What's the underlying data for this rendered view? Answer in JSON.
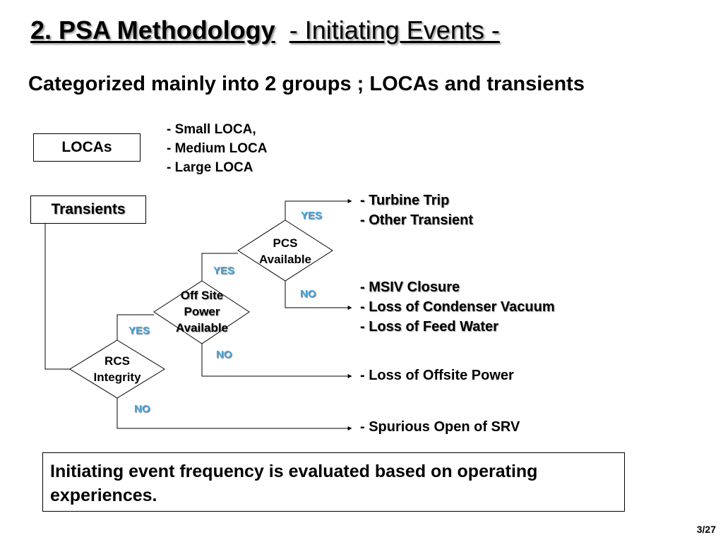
{
  "header": {
    "title_main": "2. PSA Methodology",
    "title_sub": "- Initiating Events -",
    "subtitle": "Categorized mainly into 2 groups ; LOCAs and transients"
  },
  "locas": {
    "label": "LOCAs",
    "items": [
      "- Small LOCA,",
      "- Medium LOCA",
      "- Large LOCA"
    ]
  },
  "transients": {
    "label": "Transients"
  },
  "decisions": {
    "pcs": [
      "PCS",
      "Available"
    ],
    "offsite": [
      "Off Site",
      "Power",
      "Available"
    ],
    "rcs": [
      "RCS",
      "Integrity"
    ]
  },
  "branches": {
    "yes": "YES",
    "no": "NO"
  },
  "outcomes": {
    "pcs_yes": [
      "- Turbine Trip",
      "- Other Transient"
    ],
    "pcs_no": [
      "- MSIV Closure",
      "- Loss of Condenser Vacuum",
      "- Loss of Feed Water"
    ],
    "offsite_no": [
      "- Loss of Offsite Power"
    ],
    "rcs_no": [
      "- Spurious Open of SRV"
    ]
  },
  "note": "Initiating event frequency is evaluated based on operating experiences.",
  "page_number": "3/27",
  "colors": {
    "branch_label": "#46a7df",
    "line": "#000000"
  }
}
